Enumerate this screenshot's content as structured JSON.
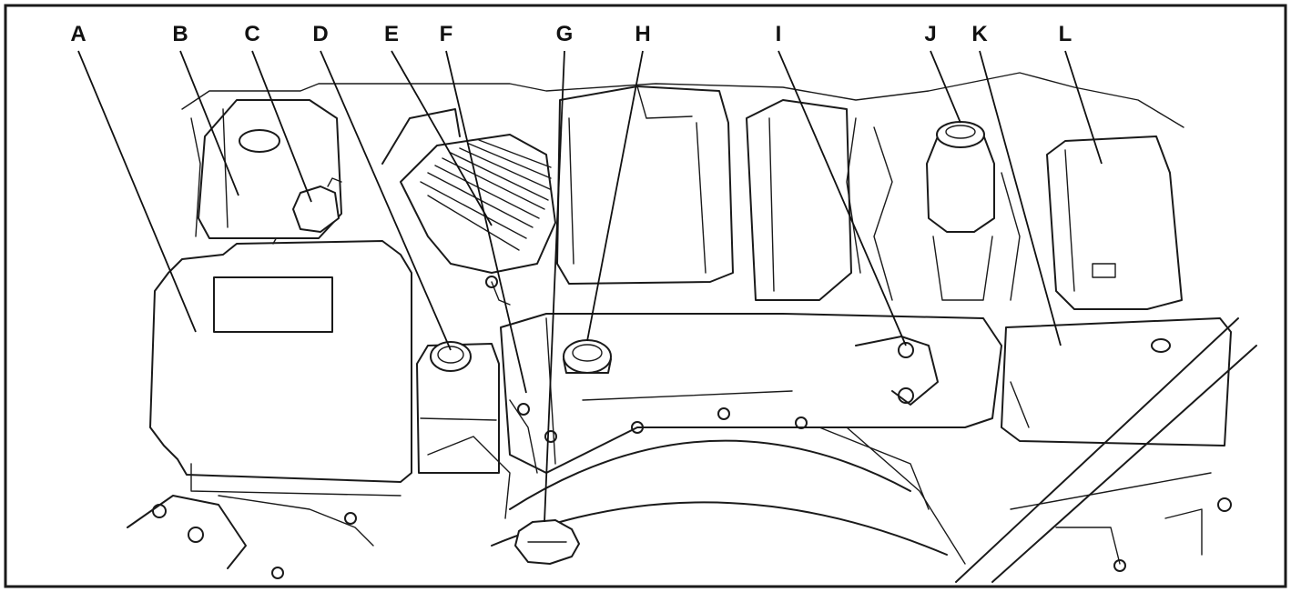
{
  "figure": {
    "border_color": "#1a1a1a",
    "background": "#ffffff",
    "callouts": [
      {
        "id": "A",
        "label": "A"
      },
      {
        "id": "B",
        "label": "B"
      },
      {
        "id": "C",
        "label": "C"
      },
      {
        "id": "D",
        "label": "D"
      },
      {
        "id": "E",
        "label": "E"
      },
      {
        "id": "F",
        "label": "F"
      },
      {
        "id": "G",
        "label": "G"
      },
      {
        "id": "H",
        "label": "H"
      },
      {
        "id": "I",
        "label": "I"
      },
      {
        "id": "J",
        "label": "J"
      },
      {
        "id": "K",
        "label": "K"
      },
      {
        "id": "L",
        "label": "L"
      }
    ]
  }
}
